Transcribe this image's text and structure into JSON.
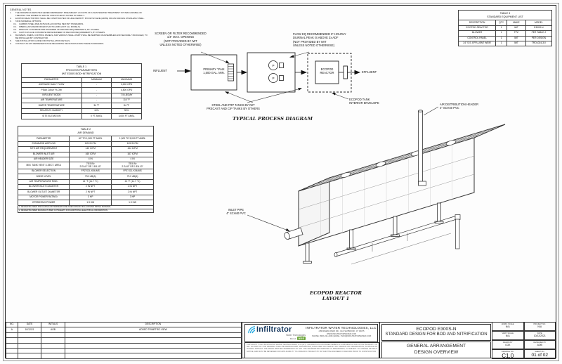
{
  "colors": {
    "ink": "#222222",
    "logo_blue": "#16385f",
    "logo_teal": "#29abe2",
    "ads_green": "#6fa83f"
  },
  "general_notes": {
    "title": "GENERAL NOTES",
    "items": [
      {
        "n": "1.",
        "ind": false,
        "text": "THE DRAWINGS DEPICTED HEREIN REPRESENT PRELIMINARY LAYOUTS OF A WASTEWATER TREATMENT SYSTEM CAPABLE OF TREATING THE DOMESTIC WASTE CONSTITUENTS NOTED IN TABLE 1."
      },
      {
        "n": "2.",
        "ind": false,
        "text": "ECOPOD REACTOR BOX SHALL BE CONSTRUCTED OF HIGH DENSITY POLYETHYLENE (HDPE) OR AISI 304/316L STAINLESS STEEL."
      },
      {
        "n": "3.",
        "ind": false,
        "text": "TANK MATERIAL OPTIONS:"
      },
      {
        "n": "3.1.",
        "ind": true,
        "text": "CARBON STEEL PER ASTM A36 w/COATING PER IWT STANDARDS."
      },
      {
        "n": "3.2.",
        "ind": true,
        "text": "FIBERGLASS REINFORCED PLASTIC (FRP) (NOT ALL MODELS)."
      },
      {
        "n": "3.3.",
        "ind": true,
        "text": "PRECAST CONCRETE PER ENGINEER OF RECORD REQUIREMENTS, BY OTHERS."
      },
      {
        "n": "3.4.",
        "ind": true,
        "text": "CAST-IN-PLACE CONCRETE PER ENGINEER OF RECORD REQUIREMENTS, BY OTHERS."
      },
      {
        "n": "4.",
        "ind": false,
        "text": "BLOWERS, WEIRS, CONTROL PANELS, AND VARIOUS SMALL PARTS WILL BE SHIPPED UNASSEMBLED AND SECURELY PACKAGED, TO BE INSTALLED BY CONTRACTOR."
      },
      {
        "n": "5.",
        "ind": false,
        "text": "SEE INSTALLATION GUIDE FOR INSTALLATION DETAILS."
      },
      {
        "n": "6.",
        "ind": false,
        "text": "CONTACT AN IWT REPRESENTATIVE REGARDING DEVIATIONS FROM THESE STANDARDS."
      }
    ]
  },
  "table1": {
    "title_lines": "TABLE 1\nPROCESS PARAMETERS\nIWT E300S BOD+NITRIFICATION",
    "headers": [
      "PARAMETER",
      "MINIMUM",
      "MAXIMUM"
    ],
    "rows": [
      [
        "AVERAGE DAILY FLOW",
        "-",
        "3,000 GPD"
      ],
      [
        "PEAK DAILY FLOW",
        "-",
        "4,500 GPD"
      ],
      [
        "INFLUENT BOD5",
        "-",
        "7.5 LB/DAY"
      ],
      [
        "AIR TEMPERATURE",
        "-",
        "110 °F"
      ],
      [
        "WATER TEMPERATURE",
        "34 °F",
        "84 °F"
      ],
      [
        "RELATIVE HUMIDITY",
        "10%",
        "90%"
      ],
      [
        "SITE ELEVATION",
        "0 FT AMSL",
        "3,000 FT AMSL"
      ]
    ]
  },
  "table2": {
    "title_lines": "TABLE 2\nAIR DEMAND",
    "headers": [
      "PARAMETER",
      "UP TO 1,000 FT AMSL",
      "1,000 TO 3,000 FT AMSL"
    ],
    "rows": [
      [
        "STANDARD AIRFLOW",
        "125 SCFM",
        "125 SCFM"
      ],
      [
        "SITE AIR REQUIREMENT",
        "140 ICFM",
        "154 ICFM"
      ],
      [
        "BLOWER INLET AIR",
        "160 ICFM",
        "167 ICFM"
      ],
      [
        "AIR HEADER SIZE",
        "4 IN",
        "4 IN"
      ],
      [
        "MIN. TANK VENT X-SECT. AREA",
        "78.5 IN²\n2 EA 8\" OR 1 EA 10\"",
        "78.5 IN²\n2 EA 8\" OR 1 EA 10\""
      ],
      [
        "BLOWER SELECTION",
        "FPZ SCL K06-MS",
        "FPZ SCL K06-MS"
      ],
      [
        "NOISE LEVEL",
        "73.0 dB(A)",
        "73.0 dB(A)"
      ],
      [
        "AIR TEMPERATURE RISE¹",
        "21 °F (11.7 °C)",
        "21 °F (11.7 °C)"
      ],
      [
        "BLOWER INLET DIAMETER",
        "2 IN NPT",
        "2 IN NPT"
      ],
      [
        "BLOWER OUTLET DIAMETER",
        "2 IN NPT",
        "2 IN NPT"
      ],
      [
        "MOTOR POWER RATING²",
        "3 HP",
        "3 HP"
      ],
      [
        "OPERATING POWER",
        "1.9 KW",
        "1.9 KW"
      ]
    ],
    "footnotes": [
      "1. REVIEW BLOWER DISCHARGE AIR TEMPERATURE WHEN SPECIFYING AIR MAIN PIPING MATERIAL.",
      "2. REVIEW BLOWER MANUFACTURER CUTSHEETS FOR ADDITIONAL ELECTRICAL INFORMATION."
    ]
  },
  "table3": {
    "title_lines": "TABLE 3\nSTANDARD EQUIPMENT LIST",
    "headers": [
      "DESCRIPTION",
      "QTY",
      "MAKE",
      "MODEL"
    ],
    "rows": [
      [
        "ECOPOD REACTOR",
        "1",
        "IWT",
        "E300S-N"
      ],
      [
        "BLOWER",
        "1",
        "FPZ",
        "PER TABLE 2"
      ],
      [
        "CONTROL PANEL",
        "1",
        "IWT",
        "PER DESIGN"
      ],
      [
        "24\" S.S. EFFLUENT WEIR",
        "1",
        "IWT",
        "TROL024-3.0"
      ]
    ]
  },
  "process_diagram": {
    "influent": "INFLUENT",
    "primary_tank": "PRIMARY TANK\n1,500 GAL. MIN.",
    "screen_note": "SCREEN OR FILTER RECOMMENDED\n1/4\" MAX. OPENING\n(NOT PROVIDED BY IWT\nUNLESS NOTED OTHERWISE)",
    "floweq_note": "FLOW EQ RECOMMENDED IF HOURLY\nDIURNAL PEAK IS ABOVE 3x ADF\n(NOT PROVIDED BY IWT\nUNLESS NOTED OTHERWISE)",
    "ecopod": "ECOPOD\nREACTOR",
    "effluent": "EFFLUENT",
    "pump_label": "P",
    "envelope_note": "ECOPOD TANK\nINTERIOR ENVELOPE",
    "tanks_note": "STEEL AND FRP TANKS BY IWT\nPRECAST AND CIP TANKS BY OTHERS",
    "caption": "TYPICAL PROCESS DIAGRAM"
  },
  "layout_drawing": {
    "air_header": "AIR DISTRIBUTION HEADER\n4\" SCH40 PVC",
    "inlet_pipe": "INLET PIPE\n4\" SCH40 PVC",
    "caption": "ECOPOD REACTOR\nLAYOUT 1"
  },
  "title_block": {
    "revisions": {
      "headers": [
        "NO.",
        "DATE",
        "INITIALS",
        "DESCRIPTION"
      ],
      "rows": [
        [
          "A",
          "10/12/21",
          "AOB",
          "ADDED TRIMETRIC VIEW"
        ]
      ]
    },
    "logo": {
      "name": "Infiltrator",
      "sub": "Water Technologies",
      "partof": "Part of",
      "ads": "ADS"
    },
    "company": {
      "name": "INFILTRATOR WATER TECHNOLOGIES, LLC.",
      "address": "4 BUSINESS PARK RD., OLD SAYBROOK, CT 06475",
      "web": "WWW.INFILTRATORWATER.COM",
      "phone": "PHONE: (800) 221-4436 | EMAIL: INFO@INFILTRATORWATER.COM"
    },
    "copyright": "COPYRIGHT © 2021 INFILTRATOR WATER TECHNOLOGIES, LLC (IWT). INFORMATION CONTAINED HEREIN IS CONFIDENTIAL AND IS THE PROPERTY OF IWT. NO PART OF THIS DRAWING SHALL BE REPRODUCED, DISTRIBUTED, DISCLOSED OR USED BY ANY PERSON OR ORGANIZATION, IN WHOLE OR IN PART, WITHOUT THE PRIOR WRITTEN PERMISSION OF IWT. THE INFORMATION DEPICTED IS PRELIMINARY, IS SUBJECT TO CHANGE WITHOUT NOTICE, AND MUST BE REVIEWED FOR APPLICABILITY TO A SPECIFIC PROJECT BY IWT AND THE ENGINEER OF RECORD PRIOR TO CONSTRUCTION.",
    "titles": {
      "project1": "ECOPOD E300S-N",
      "project2": "STANDARD DESIGN FOR BOD AND NITRIFICATION",
      "sheet1": "GENERAL ARRANGEMENT",
      "sheet2": "DESIGN OVERVIEW"
    },
    "fields": [
      {
        "label": "HORIZ. SCALE",
        "value": "N/A"
      },
      {
        "label": "PROJECT NO.",
        "value": "N/A"
      },
      {
        "label": "VERT. SCALE",
        "value": "N/A"
      },
      {
        "label": "DATE",
        "value": "10/12/2021"
      },
      {
        "label": "DRAWN BY",
        "value": "CGK"
      },
      {
        "label": "DESIGNED BY",
        "value": "AOB"
      },
      {
        "label": "DRAWING NO.",
        "value": "C1.0"
      },
      {
        "label": "SHEET NO.",
        "value": "01 of 02"
      }
    ]
  }
}
